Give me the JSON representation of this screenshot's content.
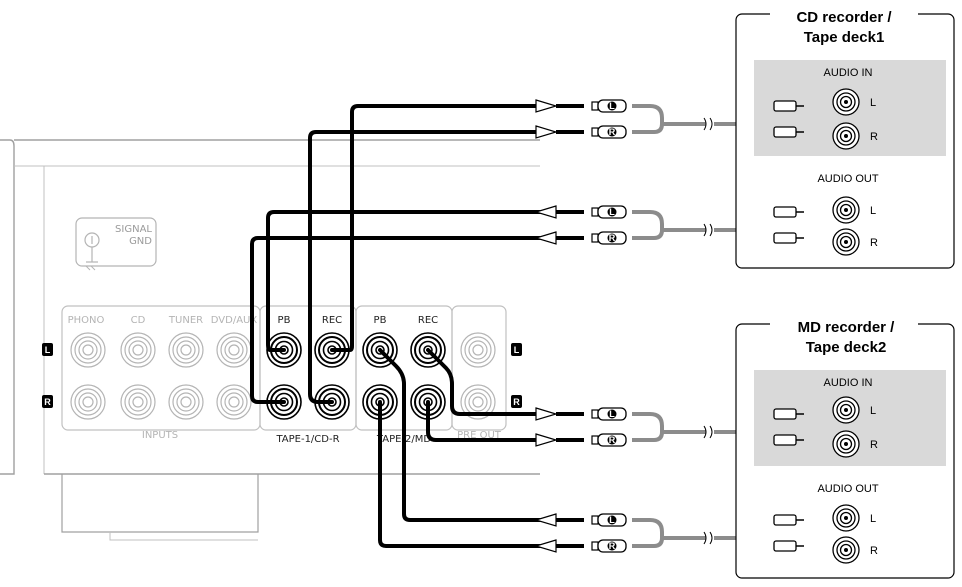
{
  "devices": {
    "cd": {
      "title_line1": "CD recorder /",
      "title_line2": "Tape deck1",
      "audio_in": "AUDIO IN",
      "audio_out": "AUDIO OUT",
      "left": "L",
      "right": "R"
    },
    "md": {
      "title_line1": "MD recorder /",
      "title_line2": "Tape deck2",
      "audio_in": "AUDIO IN",
      "audio_out": "AUDIO OUT",
      "left": "L",
      "right": "R"
    }
  },
  "amplifier": {
    "signal_gnd_1": "SIGNAL",
    "signal_gnd_2": "GND",
    "phono": "PHONO",
    "cd": "CD",
    "tuner": "TUNER",
    "dvd_aux": "DVD/AUX",
    "pb1": "PB",
    "rec1": "REC",
    "pb2": "PB",
    "rec2": "REC",
    "inputs": "INPUTS",
    "tape1": "TAPE-1/CD-R",
    "tape2": "TAPE-2/MD",
    "pre_out": "PRE OUT",
    "badge_l": "L",
    "badge_r": "R"
  },
  "plug_marks": {
    "left": "L",
    "right": "R"
  },
  "colors": {
    "cable_black": "#000000",
    "cable_gray": "#8c8c8c",
    "device_panel": "#d9d9d9",
    "amp_outline": "#a0a0a0"
  }
}
